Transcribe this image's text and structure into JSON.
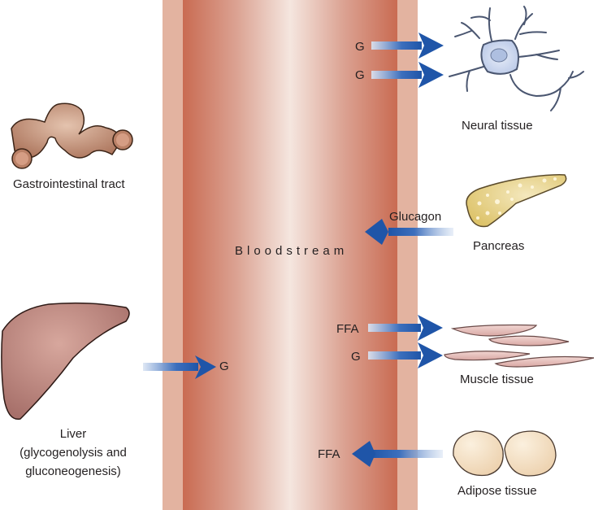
{
  "bloodstream": {
    "label": "Bloodstream"
  },
  "organs": {
    "gi": {
      "label": "Gastrointestinal tract"
    },
    "neural": {
      "label": "Neural tissue"
    },
    "pancreas": {
      "label": "Pancreas"
    },
    "muscle": {
      "label": "Muscle tissue"
    },
    "adipose": {
      "label": "Adipose tissue"
    },
    "liver": {
      "line1": "Liver",
      "line2": "(glycogenolysis and",
      "line3": "gluconeogenesis)"
    }
  },
  "arrows": {
    "neural_g1": {
      "label": "G",
      "direction": "out-of-blood"
    },
    "neural_g2": {
      "label": "G",
      "direction": "out-of-blood"
    },
    "glucagon": {
      "label": "Glucagon",
      "direction": "into-blood"
    },
    "muscle_ffa": {
      "label": "FFA",
      "direction": "out-of-blood"
    },
    "muscle_g": {
      "label": "G",
      "direction": "out-of-blood"
    },
    "adipose_ffa": {
      "label": "FFA",
      "direction": "into-blood"
    },
    "liver_g": {
      "label": "G",
      "direction": "into-blood"
    }
  },
  "colors": {
    "arrow": "#1f55a8",
    "vessel_edge": "#c96b52",
    "vessel_outer": "#e3b3a0",
    "neuron": "#c7d3ec",
    "pancreas": "#e9d489",
    "muscle": "#e7bfbb",
    "adipose": "#f2dcbf",
    "liver": "#b07a6e",
    "gi": "#b98066"
  }
}
